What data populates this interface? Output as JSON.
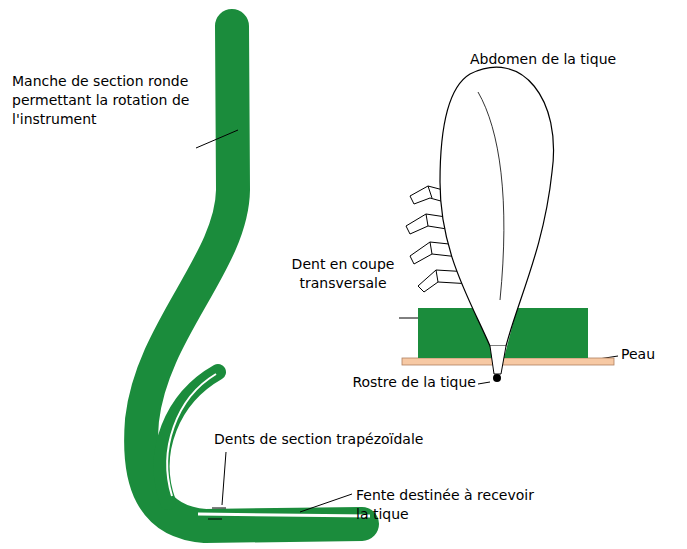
{
  "diagram": {
    "labels": [
      "Manche de section ronde permettant la rotation de l'instrument",
      "Abdomen de la tique",
      "Dent en coupe transversale",
      "Peau",
      "Rostre de la tique",
      "Dents de section trapézoïdale",
      "Fente destinée à recevoir la tique"
    ]
  }
}
